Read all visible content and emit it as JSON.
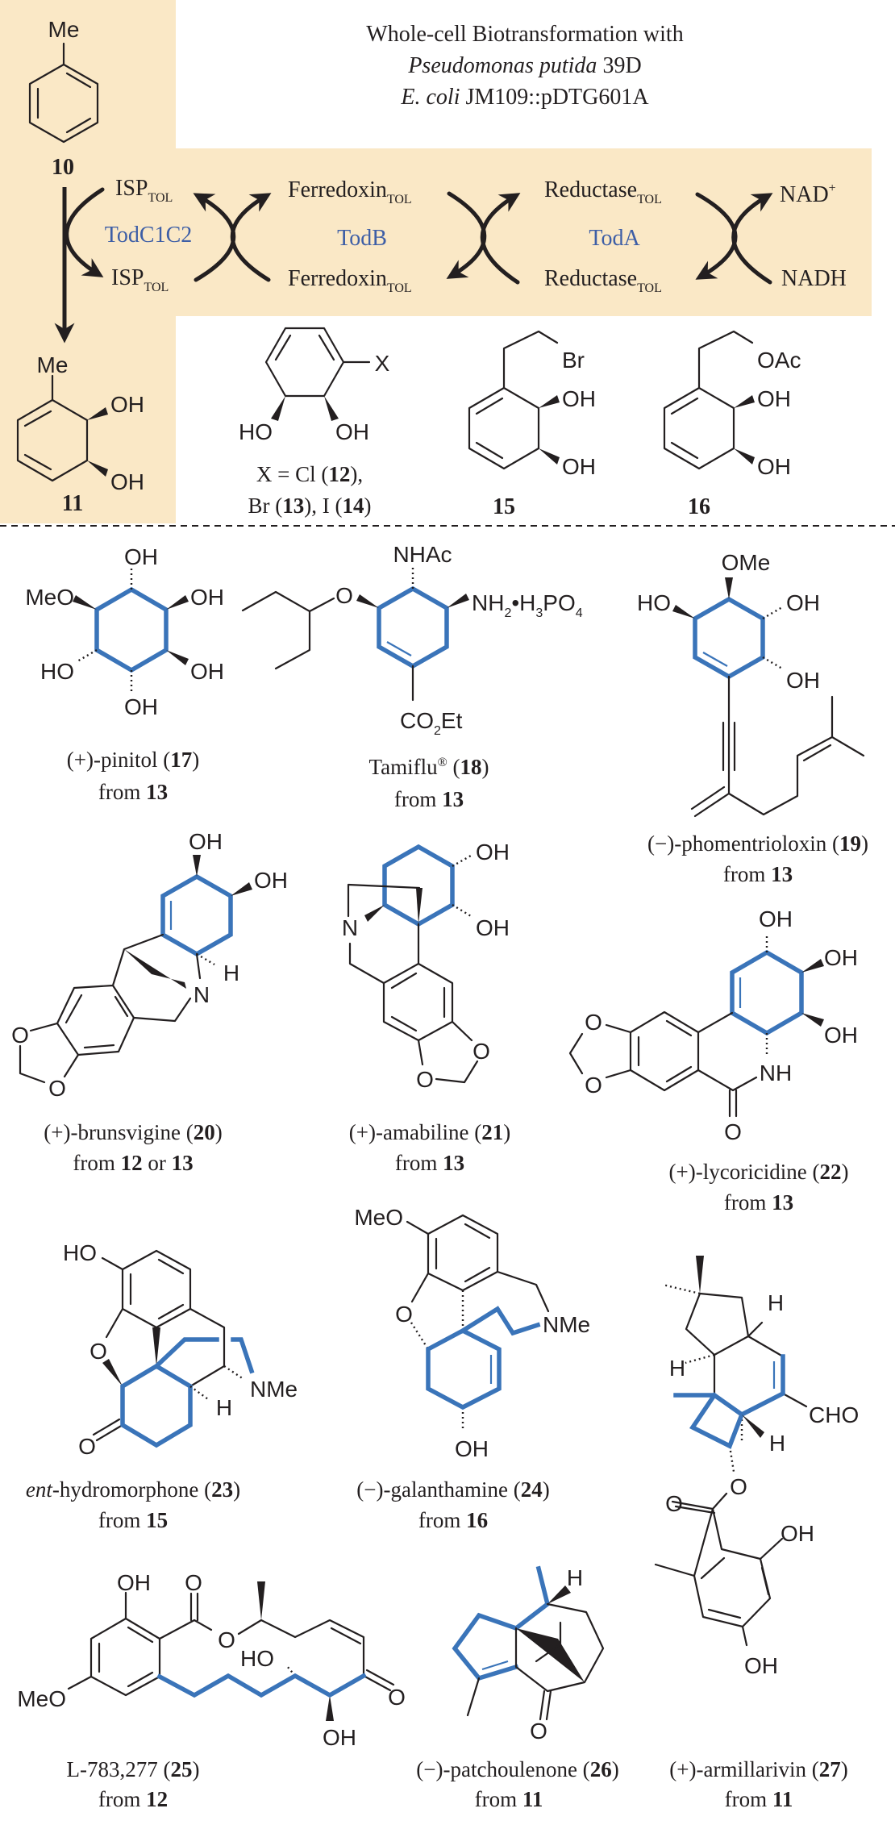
{
  "colors": {
    "highlight": "#3a74b9",
    "panel": "#fae8c6",
    "enzyme": "#3d5ea6",
    "ink": "#231f20"
  },
  "header": {
    "line1": "Whole-cell Biotransformation with",
    "line2_italic": "Pseudomonas putida",
    "line2_rest": " 39D",
    "line3_italic": "E. coli",
    "line3_rest": " JM109::pDTG601A"
  },
  "cycle": {
    "isp": "ISP",
    "sub": "TOL",
    "ferredoxin": "Ferredoxin",
    "reductase": "Reductase",
    "todc": "TodC1C2",
    "todb": "TodB",
    "toda": "TodA",
    "nad": "NAD",
    "nad_sup": "+",
    "nadh": "NADH"
  },
  "atoms": {
    "me": "Me",
    "oh": "OH",
    "ho": "HO",
    "x": "X",
    "br": "Br",
    "oac": "OAc",
    "meo": "MeO",
    "ome": "OMe",
    "o": "O",
    "nhac": "NHAc",
    "n": "N",
    "h": "H",
    "nh": "NH",
    "nme": "NMe",
    "cho": "CHO",
    "co": "CO",
    "two": "2",
    "et": "Et",
    "dot_h": "•H",
    "three": "3",
    "po": "PO",
    "four": "4"
  },
  "substrates": {
    "toluene_number": "10",
    "diol_number": "11",
    "halide": {
      "p1": "X = Cl (",
      "n1": "12",
      "p2": "),",
      "p3": "Br (",
      "n2": "13",
      "p4": "), I (",
      "n3": "14",
      "p5": ")"
    },
    "bromide_number": "15",
    "acetate_number": "16"
  },
  "compounds": [
    {
      "prefix": "(+)-pinitol (",
      "number": "17",
      "suffix": ")",
      "from": "from ",
      "source": "13"
    },
    {
      "prefix": "Tamiflu",
      "reg": "®",
      "prefix2": " (",
      "number": "18",
      "suffix": ")",
      "from": "from ",
      "source": "13"
    },
    {
      "prefix": "(−)-phomentrioloxin (",
      "number": "19",
      "suffix": ")",
      "from": "from ",
      "source": "13"
    },
    {
      "prefix": "(+)-brunsvigine (",
      "number": "20",
      "suffix": ")",
      "from": "from ",
      "source": "12",
      "connector": " or ",
      "source2": "13"
    },
    {
      "prefix": "(+)-amabiline (",
      "number": "21",
      "suffix": ")",
      "from": "from ",
      "source": "13"
    },
    {
      "prefix": "(+)-lycoricidine (",
      "number": "22",
      "suffix": ")",
      "from": "from ",
      "source": "13"
    },
    {
      "italic": "ent",
      "prefix": "-hydromorphone (",
      "number": "23",
      "suffix": ")",
      "from": "from ",
      "source": "15"
    },
    {
      "prefix": "(−)-galanthamine (",
      "number": "24",
      "suffix": ")",
      "from": "from ",
      "source": "16"
    },
    {
      "prefix": "(+)-armillarivin (",
      "number": "27",
      "suffix": ")",
      "from": "from ",
      "source": "11"
    },
    {
      "prefix": "L-783,277 (",
      "number": "25",
      "suffix": ")",
      "from": "from ",
      "source": "12"
    },
    {
      "prefix": "(−)-patchoulenone (",
      "number": "26",
      "suffix": ")",
      "from": "from ",
      "source": "11"
    }
  ]
}
